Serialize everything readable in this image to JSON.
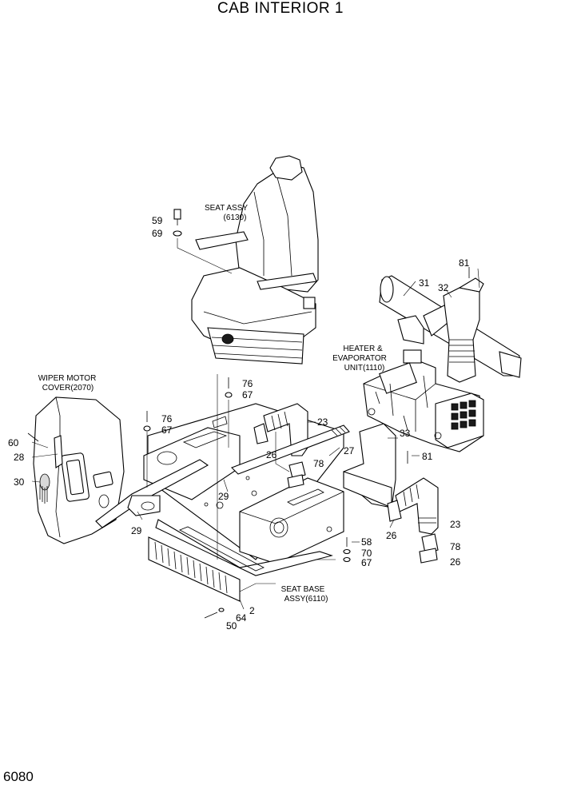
{
  "title": "CAB INTERIOR 1",
  "page_number": "6080",
  "assembly_labels": {
    "seat_assy_1": "SEAT ASSY",
    "seat_assy_2": "(6130)",
    "heater_1": "HEATER &",
    "heater_2": "EVAPORATOR",
    "heater_3": "UNIT(1110)",
    "wiper_1": "WIPER MOTOR",
    "wiper_2": "COVER(2070)",
    "seat_base_1": "SEAT BASE",
    "seat_base_2": "ASSY(6110)"
  },
  "callouts": {
    "c59": "59",
    "c69": "69",
    "c81": "81",
    "c31": "31",
    "c32": "32",
    "c76a": "76",
    "c67a": "67",
    "c76b": "76",
    "c67b": "67",
    "c23a": "23",
    "c33": "33",
    "c81b": "81",
    "c60": "60",
    "c28": "28",
    "c30": "30",
    "c26a": "26",
    "c78a": "78",
    "c27": "27",
    "c29a": "29",
    "c29b": "29",
    "c26b": "26",
    "c23b": "23",
    "c58": "58",
    "c70": "70",
    "c67c": "67",
    "c78b": "78",
    "c26c": "26",
    "c2": "2",
    "c64": "64",
    "c50": "50"
  }
}
